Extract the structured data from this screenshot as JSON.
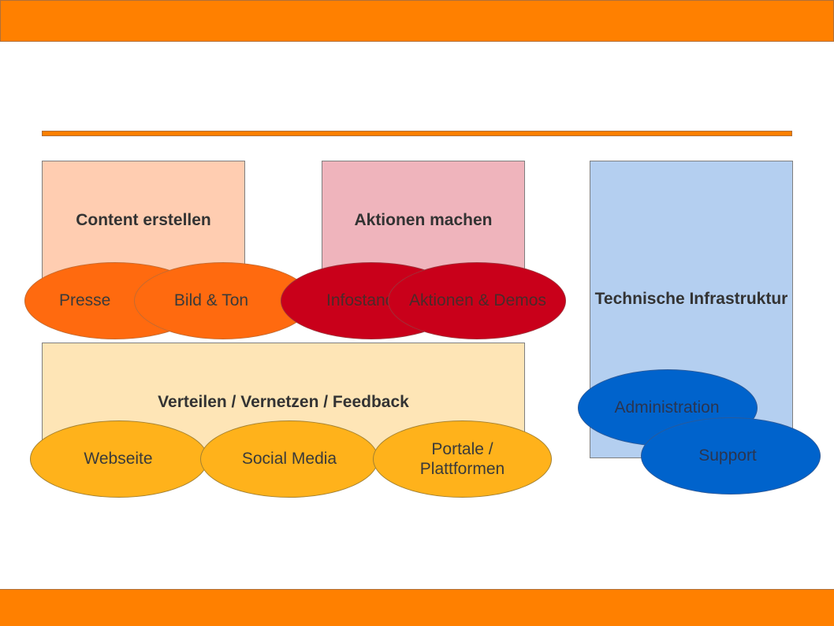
{
  "slide": {
    "colors": {
      "accent": "#ff8000",
      "content_box": "#ffcdb1",
      "actions_box": "#efb4bc",
      "infra_box": "#b4cff0",
      "distribution_box": "#fee5b6",
      "orange_ellipse": "#ff6a0f",
      "red_ellipse": "#c9001a",
      "amber_ellipse": "#ffb21b",
      "blue_ellipse": "#0063cc"
    },
    "groups": {
      "content": {
        "title": "Content erstellen",
        "items": [
          "Presse",
          "Bild & Ton"
        ]
      },
      "actions": {
        "title": "Aktionen machen",
        "items": [
          "Infostand",
          "Aktionen & Demos"
        ]
      },
      "infrastructure": {
        "title": "Technische Infrastruktur",
        "items": [
          "Administration",
          "Support"
        ]
      },
      "distribution": {
        "title": "Verteilen / Vernetzen / Feedback",
        "items": [
          "Webseite",
          "Social Media",
          "Portale / Plattformen"
        ]
      }
    }
  }
}
